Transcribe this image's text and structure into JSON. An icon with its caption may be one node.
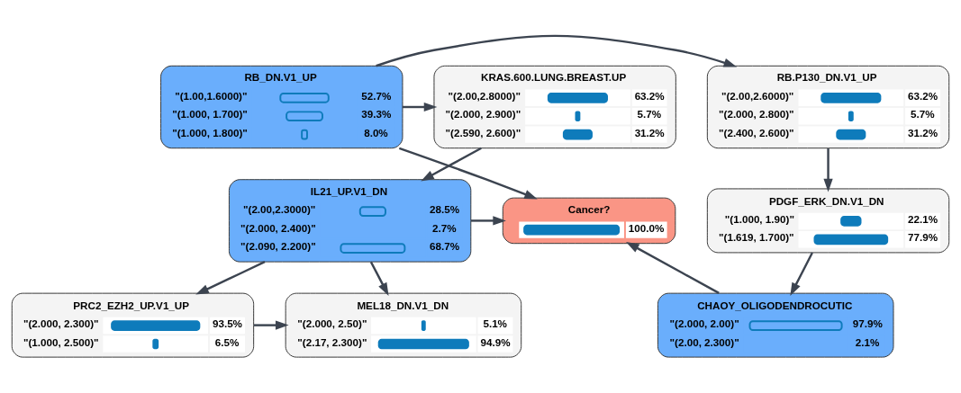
{
  "diagram": {
    "nodes": [
      {
        "text": [
          "RB.P130_DN.V1_UP",
          "\"(2.00,2.6000)\"",
          "63.2%",
          "\"(2.000, 2.800)\"",
          "5.7%",
          "\"(2.400, 2.600)\"",
          "31.2%"
        ]
      },
      {
        "text": [
          "RB_DN.V1_UP",
          "\"(1.00,1.6000)\"",
          "52.7%",
          "\"(1.000, 1.700)\"",
          "39.3%",
          "\"(1.000, 1.800)\"",
          "8.0%"
        ]
      },
      {
        "text": [
          "KRAS.600.LUNG.BREAST.UP",
          "\"(2.00,2.8000)\"",
          "63.2%",
          "\"(2.000, 2.900)\"",
          "5.7%",
          "\"(2.590, 2.600)\"",
          "31.2%"
        ]
      },
      {
        "text": [
          "PDGF_ERK_DN.V1_DN",
          "\"(1.000, 1.90)\"",
          "22.1%",
          "\"(1.619, 1.700)\"",
          "77.9%"
        ]
      },
      {
        "text": [
          "Cancer?",
          "100.0%"
        ]
      },
      {
        "text": [
          "IL21_UP.V1_DN",
          "\"(2.00,2.3000)\"",
          "28.5%",
          "\"(2.000, 2.400)\"",
          "2.7%",
          "\"(2.090, 2.200)\"",
          "68.7%"
        ]
      },
      {
        "text": [
          "CHAOY_OLIGODENDROCUTIC",
          "\"(2.000, 2.00)\"",
          "97.9%",
          "\"(2.00, 2.300)\"",
          "2.1%"
        ]
      },
      {
        "text": [
          "PRC2_EZH2_UP.V1_UP",
          "\"(2.000, 2.300)\"",
          "93.5%",
          "\"(1.000, 2.500)\"",
          "6.5%"
        ]
      },
      {
        "text": [
          "MEL18_DN.V1_DN",
          "\"(2.000, 2.50)\"",
          "5.1%",
          "\"(2.17, 2.300)\"",
          "94.9%"
        ]
      }
    ],
    "edges": [
      {
        "from": 1,
        "to": 0,
        "arrow": "to"
      },
      {
        "from": 1,
        "to": 2,
        "arrow": "to"
      },
      {
        "from": 1,
        "to": 4,
        "arrow": "to"
      },
      {
        "from": 0,
        "to": 3,
        "arrow": "to"
      },
      {
        "from": 2,
        "to": 5,
        "arrow": "to"
      },
      {
        "from": 3,
        "to": 6,
        "arrow": "to"
      },
      {
        "from": 6,
        "to": 4,
        "arrow": "to"
      },
      {
        "from": 5,
        "to": 4,
        "arrow": "to"
      },
      {
        "from": 5,
        "to": 7,
        "arrow": "to"
      },
      {
        "from": 5,
        "to": 8,
        "arrow": "to"
      },
      {
        "from": 7,
        "to": 8,
        "arrow": "to"
      }
    ]
  }
}
